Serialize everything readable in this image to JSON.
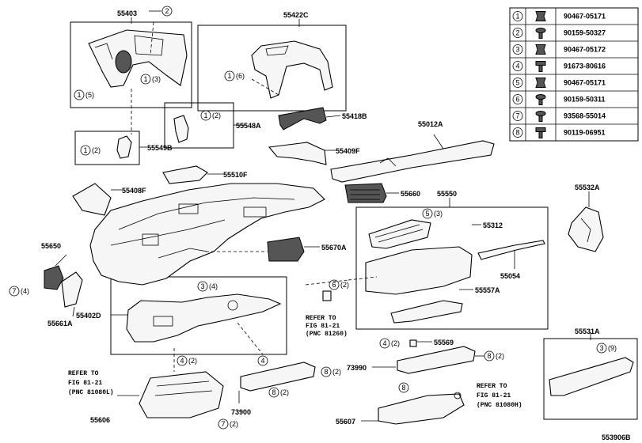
{
  "diagram": {
    "id_code": "553906B",
    "parts": {
      "p55403": "55403",
      "p55422C": "55422C",
      "p55548A": "55548A",
      "p55418B": "55418B",
      "p55012A": "55012A",
      "p55549B": "55549B",
      "p55409F": "55409F",
      "p55510F": "55510F",
      "p55408F": "55408F",
      "p55660": "55660",
      "p55550": "55550",
      "p55532A": "55532A",
      "p55312": "55312",
      "p55650": "55650",
      "p55670A": "55670A",
      "p55054": "55054",
      "p55557A": "55557A",
      "p55661A": "55661A",
      "p55402D": "55402D",
      "p55569": "55569",
      "p55531A": "55531A",
      "p73990": "73990",
      "p73900": "73900",
      "p55606": "55606",
      "p55607": "55607"
    },
    "callouts": {
      "c2_top": "2",
      "c1_403": "1",
      "q1_403": "(3)",
      "c1_403b": "1",
      "q1_403b": "(5)",
      "c1_422": "1",
      "q1_422": "(6)",
      "c1_548": "1",
      "q1_548": "(2)",
      "c1_549": "1",
      "q1_549": "(2)",
      "c5_312": "5",
      "q5_312": "(3)",
      "c6_557": "6",
      "q6_557": "(2)",
      "c3_402": "3",
      "q3_402": "(4)",
      "c7_650": "7",
      "q7_650": "(4)",
      "c4_402a": "4",
      "q4_402a": "(2)",
      "c4_402b": "4",
      "c4_569": "4",
      "q4_569": "(2)",
      "c8_990": "8",
      "q8_990": "(2)",
      "c8_900a": "8",
      "q8_900a": "(2)",
      "c8_900b": "8",
      "q8_900b": "(2)",
      "c8_607": "8",
      "c7_606": "7",
      "q7_606": "(2)",
      "c3_531": "3",
      "q3_531": "(9)"
    },
    "refs": {
      "r1": {
        "l1": "REFER TO",
        "l2": "FIG 81-21",
        "l3": "(PNC 81260)"
      },
      "r2": {
        "l1": "REFER TO",
        "l2": "FIG 81-21",
        "l3": "(PNC 81080L)"
      },
      "r3": {
        "l1": "REFER TO",
        "l2": "FIG 81-21",
        "l3": "(PNC 81080H)"
      }
    },
    "legend": [
      {
        "num": "1",
        "part": "90467-05171",
        "icon": "clip-icon"
      },
      {
        "num": "2",
        "part": "90159-50327",
        "icon": "screw-icon"
      },
      {
        "num": "3",
        "part": "90467-05172",
        "icon": "clip-icon"
      },
      {
        "num": "4",
        "part": "91673-80616",
        "icon": "bolt-icon"
      },
      {
        "num": "5",
        "part": "90467-05171",
        "icon": "clip-icon"
      },
      {
        "num": "6",
        "part": "90159-50311",
        "icon": "screw-icon"
      },
      {
        "num": "7",
        "part": "93568-55014",
        "icon": "screw-icon"
      },
      {
        "num": "8",
        "part": "90119-06951",
        "icon": "bolt-icon"
      }
    ]
  }
}
